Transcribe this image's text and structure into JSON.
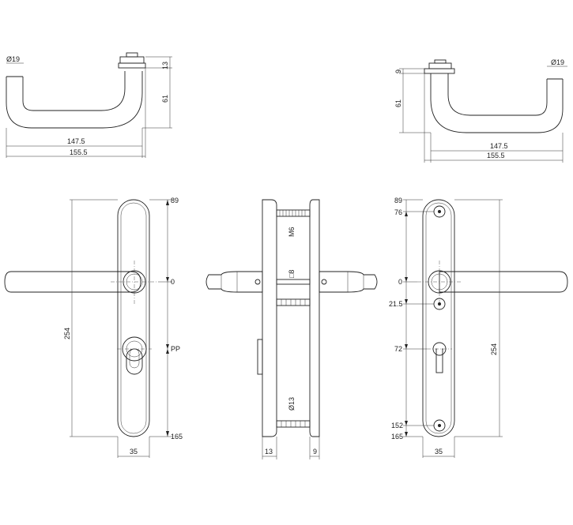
{
  "labels": {
    "top_left_dia": "Ø19",
    "top_left_rose_h": "13",
    "top_left_drop": "61",
    "top_left_len_inner": "147.5",
    "top_left_len_outer": "155.5",
    "top_right_dia": "Ø19",
    "top_right_rose_h": "9",
    "top_right_drop": "61",
    "top_right_len_inner": "147.5",
    "top_right_len_outer": "155.5",
    "front_left_top": "89",
    "front_left_zero": "0",
    "front_left_pp": "PP",
    "front_left_bottom": "165",
    "front_left_height": "254",
    "front_left_width": "35",
    "side_m6": "M6",
    "side_sq8": "□8",
    "side_dia13": "Ø13",
    "side_thk_left": "13",
    "side_thk_right": "9",
    "front_right_top": "89",
    "front_right_76": "76",
    "front_right_zero": "0",
    "front_right_215": "21.5",
    "front_right_72": "72",
    "front_right_152": "152",
    "front_right_165": "165",
    "front_right_height": "254",
    "front_right_width": "35"
  }
}
